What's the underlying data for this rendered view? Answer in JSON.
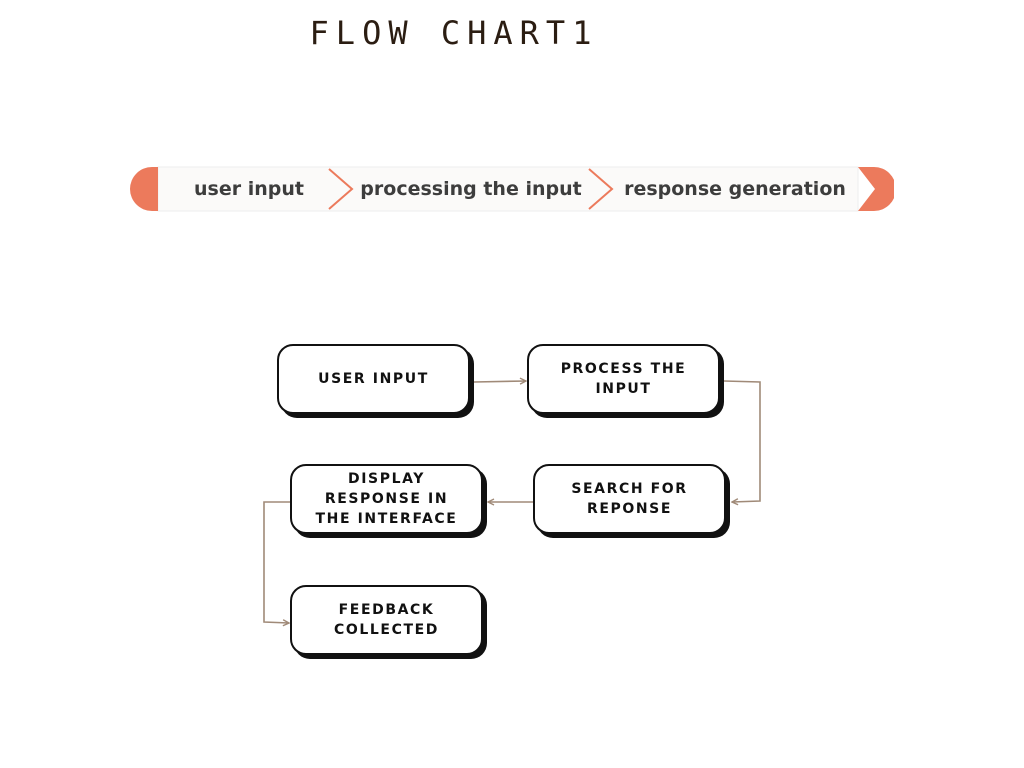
{
  "title": "FLOW CHART1",
  "banner": {
    "accent_color": "#ec7a5c",
    "stages": [
      {
        "label": "user input"
      },
      {
        "label": "processing the  input"
      },
      {
        "label": "response generation"
      }
    ]
  },
  "flowchart": {
    "connector_color": "#a08a78",
    "nodes": [
      {
        "id": "user-input",
        "label": "USER INPUT"
      },
      {
        "id": "process",
        "label": "PROCESS THE\nINPUT"
      },
      {
        "id": "search",
        "label": "SEARCH FOR\nREPONSE"
      },
      {
        "id": "display",
        "label": "DISPLAY\nRESPONSE IN\nTHE INTERFACE"
      },
      {
        "id": "feedback",
        "label": "FEEDBACK\nCOLLECTED"
      }
    ]
  }
}
